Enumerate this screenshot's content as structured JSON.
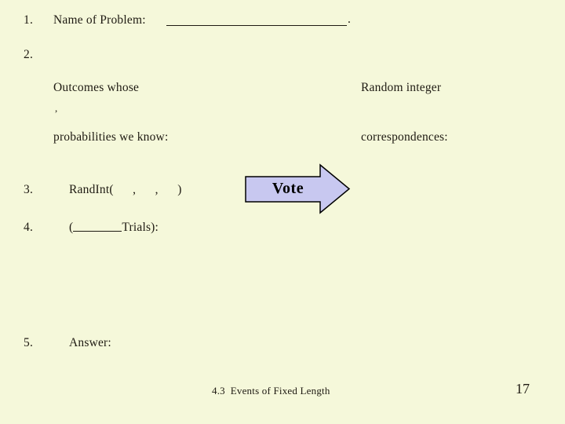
{
  "slide": {
    "background_color": "#f5f8da",
    "text_color": "#1e1a12",
    "items": {
      "item1": {
        "number": "1.",
        "label": "Name of Problem:",
        "blank_period": "."
      },
      "item2": {
        "number": "2.",
        "line1": "Outcomes whose",
        "line2": "probabilities we know:"
      },
      "item3": {
        "number": "3.",
        "expression": "RandInt(      ,      ,      )"
      },
      "item4": {
        "number": "4.",
        "open_paren": "(",
        "after_blank": "Trials):"
      },
      "item5": {
        "number": "5.",
        "label": "Answer:"
      }
    },
    "right_column": {
      "line1": "Random integer",
      "line2": "correspondences:"
    },
    "stray_mark": ",",
    "vote_button": {
      "label": "Vote",
      "fill_color": "#c8c8f0",
      "border_color": "#000000"
    },
    "footer": {
      "section_title": "4.3  Events of Fixed Length",
      "page_number": "17"
    }
  }
}
